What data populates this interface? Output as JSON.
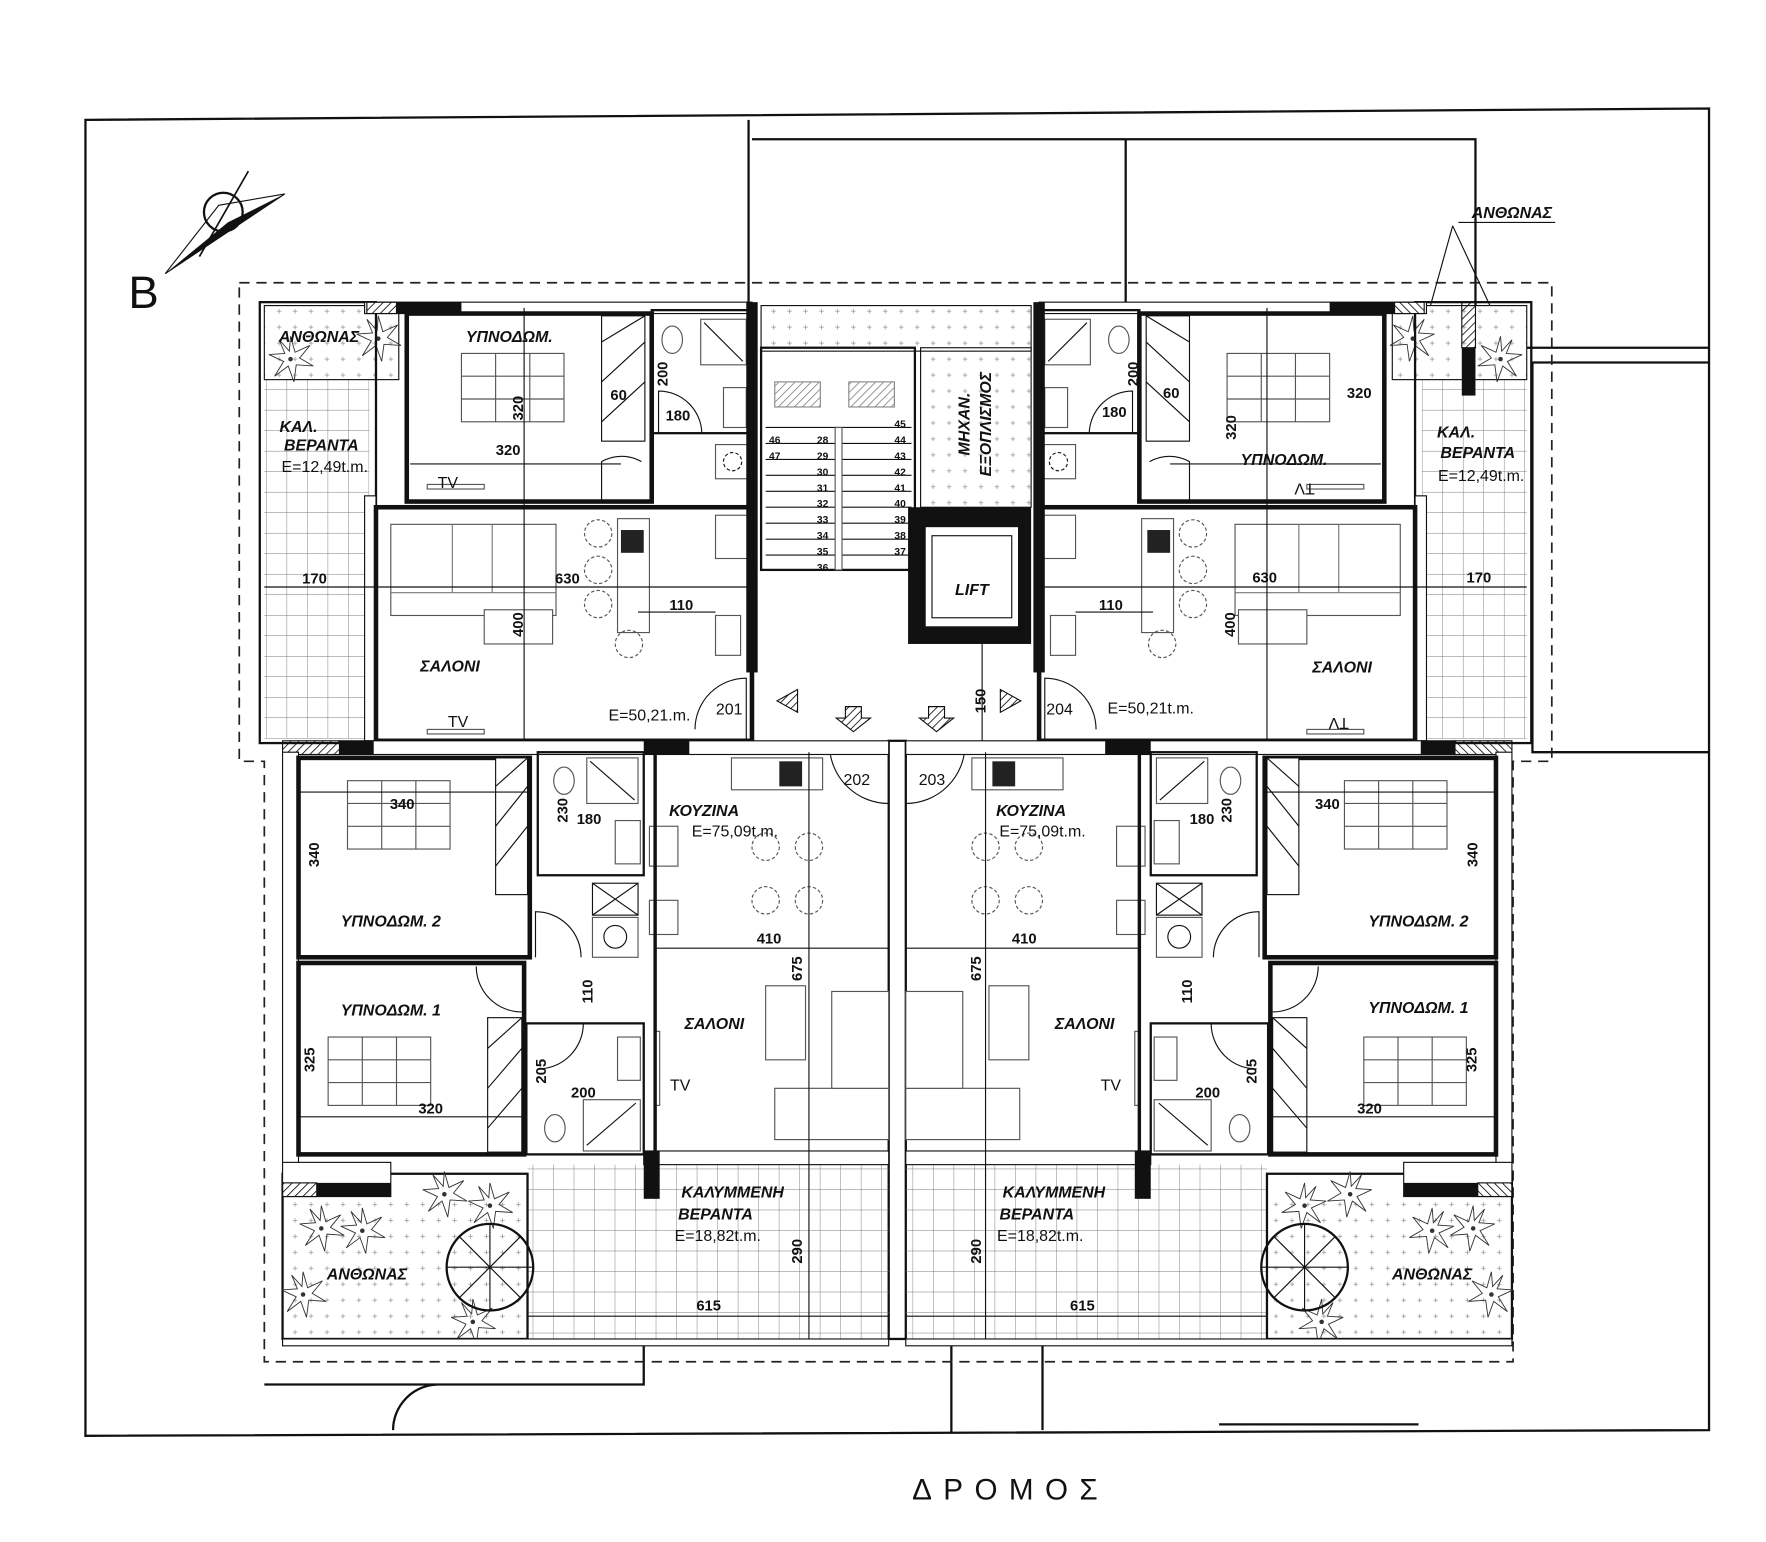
{
  "drawing": {
    "north_label": "B",
    "street_label": "ΔΡΟΜΟΣ",
    "planter_callout": "ΑΝΘΩΝΑΣ"
  },
  "core": {
    "stair_left_numbers": [
      "28",
      "29",
      "30",
      "31",
      "32",
      "33",
      "34",
      "35",
      "36"
    ],
    "stair_right_numbers": [
      "45",
      "44",
      "43",
      "42",
      "41",
      "40",
      "39",
      "38",
      "37"
    ],
    "stair_top_numbers": [
      "46",
      "47"
    ],
    "mech_line1": "ΜΗΧΑΝ.",
    "mech_line2": "ΕΞΟΠΛΙΣΜΟΣ",
    "lift_label": "LIFT",
    "corridor_dim": "150",
    "doors": {
      "d201": "201",
      "d202": "202",
      "d203": "203",
      "d204": "204"
    }
  },
  "upper_left": {
    "planter": "ΑΝΘΩΝΑΣ",
    "bedroom": "ΥΠΝΟΔΩΜ.",
    "veranda_l1": "ΚΑΛ.",
    "veranda_l2": "ΒΕΡΑΝΤΑ",
    "veranda_area": "E=12,49t.m.",
    "living": "ΣΑΛΟΝΙ",
    "area": "E=50,21.m.",
    "tv_bedroom": "TV",
    "tv_living": "TV",
    "dims": {
      "bed_depth": "320",
      "closet": "60",
      "bath_depth": "200",
      "bath_width": "180",
      "bed_width": "320",
      "living_width": "630",
      "veranda_width": "170",
      "kitchen": "110",
      "living_depth": "400"
    }
  },
  "upper_right": {
    "bedroom": "ΥΠΝΟΔΩΜ.",
    "veranda_l1": "ΚΑΛ.",
    "veranda_l2": "ΒΕΡΑΝΤΑ",
    "veranda_area": "E=12,49t.m.",
    "living": "ΣΑΛΟΝΙ",
    "area": "E=50,21t.m.",
    "tv_bedroom": "TV",
    "tv_living": "TV",
    "dims": {
      "bed_depth": "320",
      "closet": "60",
      "bath_depth": "200",
      "bath_width": "180",
      "bed_width": "320",
      "living_width": "630",
      "veranda_width": "170",
      "kitchen": "110",
      "living_depth": "400"
    }
  },
  "lower_left": {
    "kitchen": "ΚΟΥΖΙΝΑ",
    "area": "E=75,09t.m.",
    "bedroom2": "ΥΠΝΟΔΩΜ. 2",
    "bedroom1": "ΥΠΝΟΔΩΜ. 1",
    "living": "ΣΑΛΟΝΙ",
    "tv": "TV",
    "veranda_l1": "ΚΑΛΥΜΜΕΝΗ",
    "veranda_l2": "ΒΕΡΑΝΤΑ",
    "veranda_area": "E=18,82t.m.",
    "planter": "ΑΝΘΩΝΑΣ",
    "dims": {
      "bed2_width": "340",
      "bed2_depth": "340",
      "bath1_depth": "230",
      "bath1_width": "180",
      "kitchen_width": "410",
      "depth": "675",
      "hall": "110",
      "bed1_depth": "325",
      "bath2_depth": "205",
      "bath2_width": "200",
      "bed1_width": "320",
      "veranda_depth": "290",
      "veranda_width": "615"
    }
  },
  "lower_right": {
    "kitchen": "ΚΟΥΖΙΝΑ",
    "area": "E=75,09t.m.",
    "bedroom2": "ΥΠΝΟΔΩΜ. 2",
    "bedroom1": "ΥΠΝΟΔΩΜ. 1",
    "living": "ΣΑΛΟΝΙ",
    "tv": "TV",
    "veranda_l1": "ΚΑΛΥΜΜΕΝΗ",
    "veranda_l2": "ΒΕΡΑΝΤΑ",
    "veranda_area": "E=18,82t.m.",
    "planter": "ΑΝΘΩΝΑΣ",
    "dims": {
      "bed2_width": "340",
      "bed2_depth": "340",
      "bath1_depth": "230",
      "bath1_width": "180",
      "kitchen_width": "410",
      "depth": "675",
      "hall": "110",
      "bed1_depth": "325",
      "bath2_depth": "205",
      "bath2_width": "200",
      "bed1_width": "320",
      "veranda_depth": "290",
      "veranda_width": "615"
    }
  }
}
